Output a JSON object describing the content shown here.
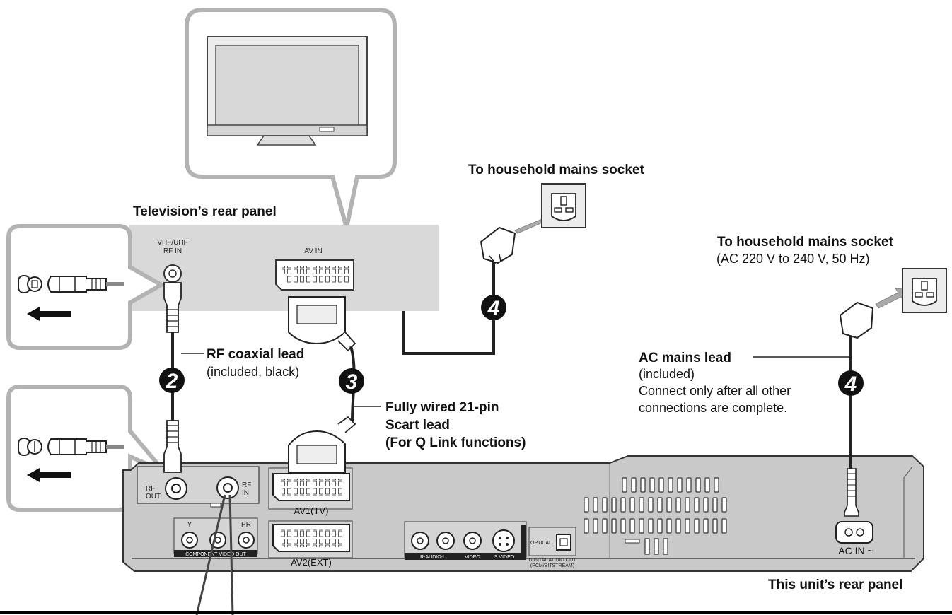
{
  "labels": {
    "tv_rear_panel": "Television’s rear panel",
    "mains_socket_1": "To household mains socket",
    "mains_socket_2": "To household mains socket",
    "mains_spec": "(AC 220 V to 240 V, 50 Hz)",
    "rf_lead": "RF coaxial lead",
    "rf_lead_note": "(included, black)",
    "scart_lead_1": "Fully wired 21-pin",
    "scart_lead_2": "Scart lead",
    "scart_lead_3": "(For Q Link functions)",
    "ac_lead": "AC mains lead",
    "ac_lead_note": "(included)",
    "ac_note_1": "Connect only after all other",
    "ac_note_2": "connections are complete.",
    "unit_rear_panel": "This unit’s rear panel"
  },
  "tv_ports": {
    "vhf_uhf": "VHF/UHF",
    "rf_in": "RF IN",
    "av_in": "AV IN"
  },
  "unit_ports": {
    "rf_out_1": "RF",
    "rf_out_2": "OUT",
    "rf_in_1": "RF",
    "rf_in_2": "IN",
    "av1": "AV1(TV)",
    "av2": "AV2(EXT)",
    "component": "COMPONENT VIDEO OUT",
    "y": "Y",
    "pr": "PR",
    "audio": "R-AUDIO-L",
    "video": "VIDEO",
    "svideo": "S VIDEO",
    "optical": "OPTICAL",
    "digital_out_1": "DIGITAL AUDIO OUT",
    "digital_out_2": "(PCM/BITSTREAM)",
    "ac_in": "AC IN ~"
  },
  "steps": {
    "step2": "2",
    "step3": "3",
    "step4a": "4",
    "step4b": "4"
  }
}
